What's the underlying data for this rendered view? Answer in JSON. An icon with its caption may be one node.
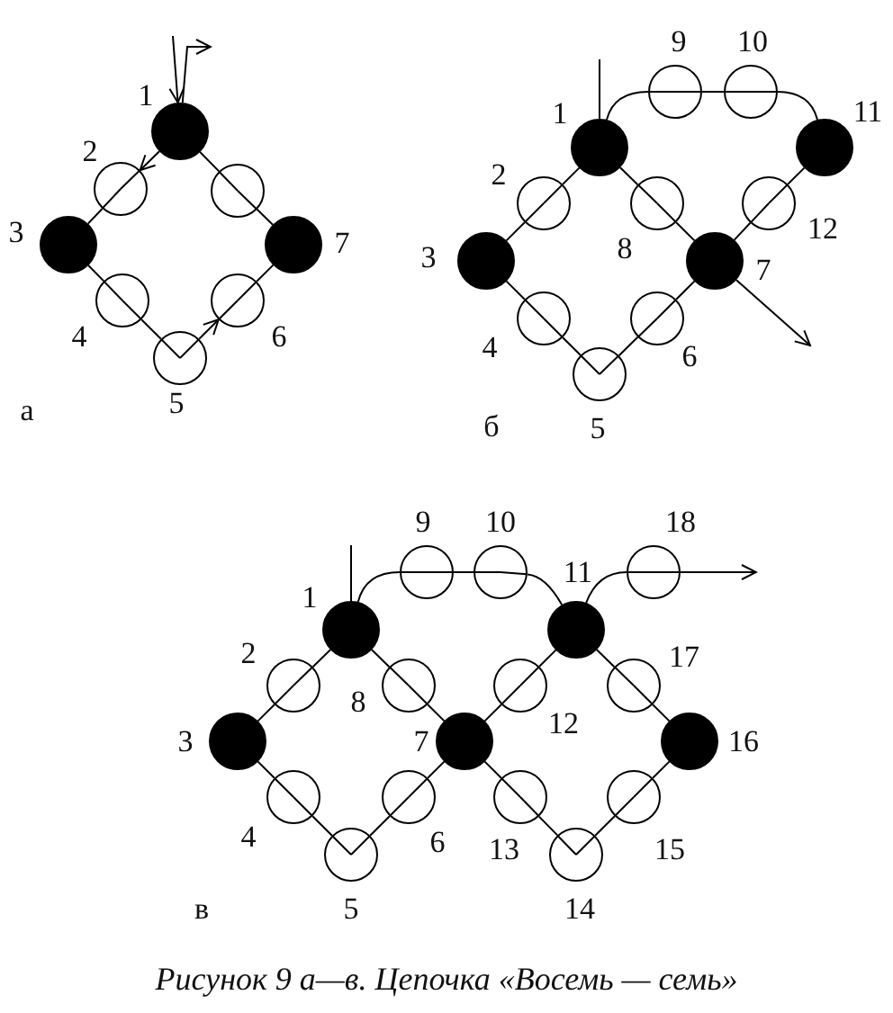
{
  "diagram": {
    "caption": "Рисунок 9 а—в. Цепочка «Восемь — семь»",
    "nodes": [
      {
        "text": [],
        "shape": "circle",
        "beside": [
          "1"
        ]
      },
      {
        "text": [],
        "shape": "circle",
        "beside": [
          "2"
        ]
      },
      {
        "text": [],
        "shape": "circle",
        "beside": [
          "3"
        ]
      },
      {
        "text": [],
        "shape": "circle",
        "beside": [
          "4"
        ]
      },
      {
        "text": [],
        "shape": "circle",
        "beside": [
          "5"
        ]
      },
      {
        "text": [],
        "shape": "circle",
        "beside": [
          "6"
        ]
      },
      {
        "text": [],
        "shape": "circle",
        "beside": [
          "7"
        ]
      },
      {
        "text": [],
        "shape": "circle"
      },
      {
        "text": [],
        "shape": "circle",
        "beside": [
          "1"
        ]
      },
      {
        "text": [],
        "shape": "circle",
        "beside": [
          "2"
        ]
      },
      {
        "text": [],
        "shape": "circle",
        "beside": [
          "3"
        ]
      },
      {
        "text": [],
        "shape": "circle",
        "beside": [
          "4"
        ]
      },
      {
        "text": [],
        "shape": "circle",
        "beside": [
          "5"
        ]
      },
      {
        "text": [],
        "shape": "circle",
        "beside": [
          "6"
        ]
      },
      {
        "text": [],
        "shape": "circle",
        "beside": [
          "7"
        ]
      },
      {
        "text": [],
        "shape": "circle",
        "beside": [
          "8"
        ]
      },
      {
        "text": [],
        "shape": "circle",
        "beside": [
          "9"
        ]
      },
      {
        "text": [],
        "shape": "circle",
        "beside": [
          "10"
        ]
      },
      {
        "text": [],
        "shape": "circle",
        "beside": [
          "11"
        ]
      },
      {
        "text": [],
        "shape": "circle",
        "beside": [
          "12"
        ]
      },
      {
        "text": [],
        "shape": "circle",
        "beside": [
          "1"
        ]
      },
      {
        "text": [],
        "shape": "circle",
        "beside": [
          "2"
        ]
      },
      {
        "text": [],
        "shape": "circle",
        "beside": [
          "3"
        ]
      },
      {
        "text": [],
        "shape": "circle",
        "beside": [
          "4"
        ]
      },
      {
        "text": [],
        "shape": "circle",
        "beside": [
          "5"
        ]
      },
      {
        "text": [],
        "shape": "circle",
        "beside": [
          "6"
        ]
      },
      {
        "text": [],
        "shape": "circle",
        "beside": [
          "7"
        ]
      },
      {
        "text": [],
        "shape": "circle",
        "beside": [
          "8"
        ]
      },
      {
        "text": [],
        "shape": "circle",
        "beside": [
          "9"
        ]
      },
      {
        "text": [],
        "shape": "circle",
        "beside": [
          "10"
        ]
      },
      {
        "text": [],
        "shape": "circle",
        "beside": [
          "11"
        ]
      },
      {
        "text": [],
        "shape": "circle",
        "beside": [
          "12"
        ]
      },
      {
        "text": [],
        "shape": "circle",
        "beside": [
          "13"
        ]
      },
      {
        "text": [],
        "shape": "circle",
        "beside": [
          "14"
        ]
      },
      {
        "text": [],
        "shape": "circle",
        "beside": [
          "15"
        ]
      },
      {
        "text": [],
        "shape": "circle",
        "beside": [
          "16"
        ]
      },
      {
        "text": [],
        "shape": "circle",
        "beside": [
          "17"
        ]
      },
      {
        "text": [],
        "shape": "circle",
        "beside": [
          "18"
        ]
      }
    ],
    "edges": [
      {
        "from": null,
        "to": 0,
        "arrow": "to"
      },
      {
        "from": 0,
        "to": 1,
        "arrow": "to"
      },
      {
        "from": 1,
        "to": 2,
        "arrow": "none"
      },
      {
        "from": 2,
        "to": 3,
        "arrow": "none"
      },
      {
        "from": 3,
        "to": 4,
        "arrow": "none"
      },
      {
        "from": 4,
        "to": 5,
        "arrow": "to"
      },
      {
        "from": 5,
        "to": 6,
        "arrow": "none"
      },
      {
        "from": 6,
        "to": 7,
        "arrow": "none"
      },
      {
        "from": 7,
        "to": 0,
        "arrow": "none"
      },
      {
        "from": 0,
        "to": null,
        "arrow": "to"
      },
      {
        "from": null,
        "to": 8,
        "arrow": "none"
      },
      {
        "from": 8,
        "to": 9,
        "arrow": "none"
      },
      {
        "from": 9,
        "to": 10,
        "arrow": "none"
      },
      {
        "from": 10,
        "to": 11,
        "arrow": "none"
      },
      {
        "from": 11,
        "to": 12,
        "arrow": "none"
      },
      {
        "from": 12,
        "to": 13,
        "arrow": "none"
      },
      {
        "from": 13,
        "to": 14,
        "arrow": "none"
      },
      {
        "from": 14,
        "to": 15,
        "arrow": "none"
      },
      {
        "from": 15,
        "to": 8,
        "arrow": "none"
      },
      {
        "from": 8,
        "to": 16,
        "arrow": "none"
      },
      {
        "from": 16,
        "to": 17,
        "arrow": "none"
      },
      {
        "from": 17,
        "to": 18,
        "arrow": "none"
      },
      {
        "from": 18,
        "to": 19,
        "arrow": "none"
      },
      {
        "from": 19,
        "to": 14,
        "arrow": "none"
      },
      {
        "from": 14,
        "to": null,
        "arrow": "to"
      },
      {
        "from": null,
        "to": 20,
        "arrow": "none"
      },
      {
        "from": 20,
        "to": 21,
        "arrow": "none"
      },
      {
        "from": 21,
        "to": 22,
        "arrow": "none"
      },
      {
        "from": 22,
        "to": 23,
        "arrow": "none"
      },
      {
        "from": 23,
        "to": 24,
        "arrow": "none"
      },
      {
        "from": 24,
        "to": 25,
        "arrow": "none"
      },
      {
        "from": 25,
        "to": 26,
        "arrow": "none"
      },
      {
        "from": 26,
        "to": 27,
        "arrow": "none"
      },
      {
        "from": 27,
        "to": 20,
        "arrow": "none"
      },
      {
        "from": 20,
        "to": 28,
        "arrow": "none"
      },
      {
        "from": 28,
        "to": 29,
        "arrow": "none"
      },
      {
        "from": 29,
        "to": 30,
        "arrow": "none"
      },
      {
        "from": 30,
        "to": 31,
        "arrow": "none"
      },
      {
        "from": 31,
        "to": 26,
        "arrow": "none"
      },
      {
        "from": 26,
        "to": 32,
        "arrow": "none"
      },
      {
        "from": 32,
        "to": 33,
        "arrow": "none"
      },
      {
        "from": 33,
        "to": 34,
        "arrow": "none"
      },
      {
        "from": 34,
        "to": 35,
        "arrow": "none"
      },
      {
        "from": 35,
        "to": 36,
        "arrow": "none"
      },
      {
        "from": 36,
        "to": 30,
        "arrow": "none"
      },
      {
        "from": 30,
        "to": 37,
        "arrow": "none"
      },
      {
        "from": 37,
        "to": null,
        "arrow": "to"
      }
    ],
    "labels": [
      "а",
      "б",
      "в"
    ]
  }
}
